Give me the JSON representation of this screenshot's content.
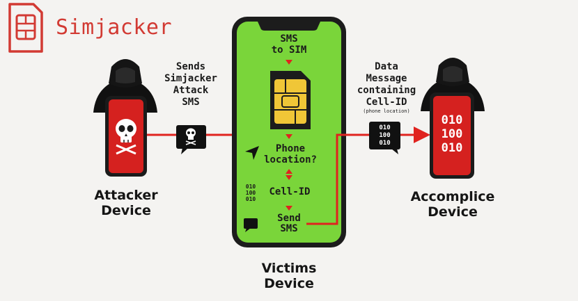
{
  "brand": {
    "name": "Simjacker"
  },
  "attacker": {
    "caption_line1": "Attacker",
    "caption_line2": "Device"
  },
  "victim": {
    "caption_line1": "Victims",
    "caption_line2": "Device"
  },
  "accomplice": {
    "caption_line1": "Accomplice",
    "caption_line2": "Device",
    "screen_binary": [
      "010",
      "100",
      "010"
    ]
  },
  "sends_label": [
    "Sends",
    "Simjacker",
    "Attack",
    "SMS"
  ],
  "data_message_label": [
    "Data",
    "Message",
    "containing",
    "Cell-ID"
  ],
  "data_message_note": "(phone location)",
  "data_bubble_binary": [
    "010",
    "100",
    "010"
  ],
  "phone_steps": {
    "sms_to_sim": [
      "SMS",
      "to SIM"
    ],
    "phone_location": [
      "Phone",
      "location?"
    ],
    "cell_id": "Cell-ID",
    "cell_id_binary": [
      "010",
      "100",
      "010"
    ],
    "send_sms": [
      "Send",
      "SMS"
    ]
  },
  "colors": {
    "brand_red": "#d23a33",
    "attack_red": "#e0231f",
    "phone_green": "#7ad53a",
    "phone_frame": "#1c1c1c",
    "sim_gold": "#f0c637"
  }
}
